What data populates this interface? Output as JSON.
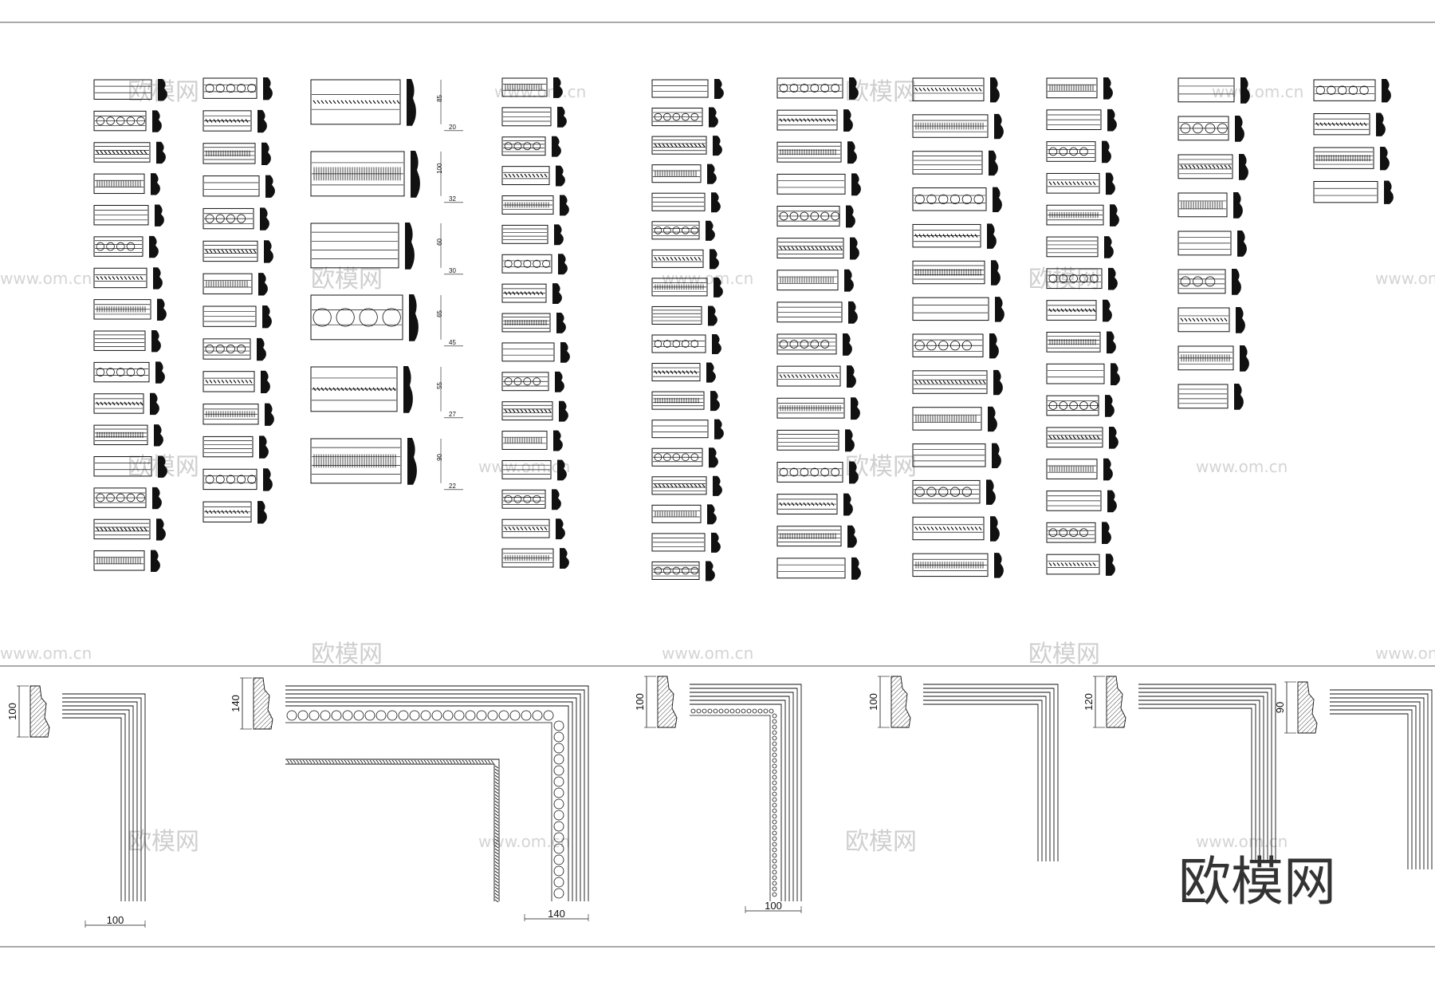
{
  "brand": {
    "logo_text": "欧模网",
    "watermark_text": "欧模网",
    "watermark_url": "www.om.cn"
  },
  "catalog": {
    "columns": [
      {
        "id": "c1",
        "count": 16
      },
      {
        "id": "c2",
        "count": 14
      },
      {
        "id": "c3",
        "count": 6,
        "dims": [
          {
            "height": "85",
            "width": "20"
          },
          {
            "height": "100",
            "width": "32"
          },
          {
            "height": "60",
            "width": "30"
          },
          {
            "height": "65",
            "width": "45"
          },
          {
            "height": "55",
            "width": "27"
          },
          {
            "height": "90",
            "width": "22"
          }
        ]
      },
      {
        "id": "c4",
        "count": 17
      },
      {
        "id": "c5",
        "count": 18
      },
      {
        "id": "c6",
        "count": 16
      },
      {
        "id": "c7",
        "count": 14
      },
      {
        "id": "c8",
        "count": 16
      },
      {
        "id": "c9",
        "count": 9
      },
      {
        "id": "c10",
        "count": 4
      }
    ]
  },
  "frames": [
    {
      "id": "f1",
      "side_dim": "100",
      "bottom_dim": "100"
    },
    {
      "id": "f2",
      "side_dim": "140",
      "bottom_dim": "140"
    },
    {
      "id": "f3",
      "side_dim": "100",
      "bottom_dim": "100"
    },
    {
      "id": "f4",
      "side_dim": "100",
      "bottom_dim": ""
    },
    {
      "id": "f5",
      "side_dim": "120",
      "bottom_dim": ""
    },
    {
      "id": "f6",
      "side_dim": "90",
      "bottom_dim": ""
    }
  ],
  "colors": {
    "line": "#111111",
    "watermark": "#cfcfcf",
    "brand": "#333333"
  }
}
